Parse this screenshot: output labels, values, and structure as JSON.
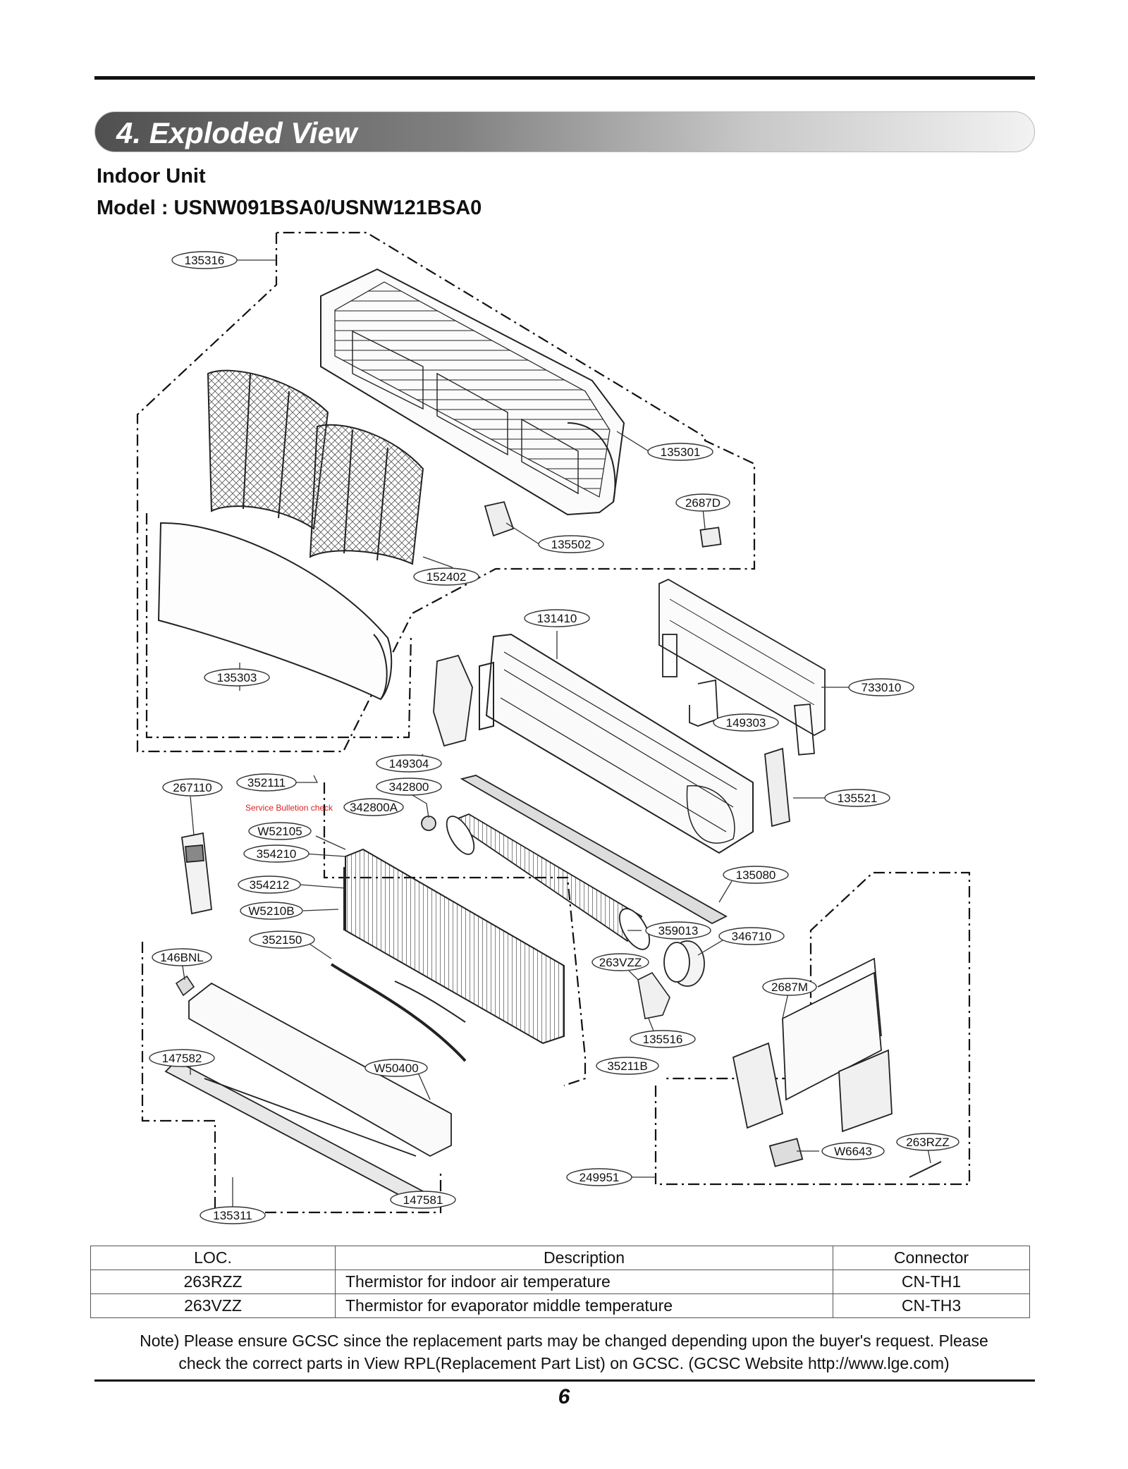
{
  "header": {
    "section_title": "4. Exploded View",
    "unit": "Indoor Unit",
    "model": "Model : USNW091BSA0/USNW121BSA0"
  },
  "diagram": {
    "labels": [
      {
        "text": "135316"
      },
      {
        "text": "135301"
      },
      {
        "text": "2687D"
      },
      {
        "text": "135502"
      },
      {
        "text": "152402"
      },
      {
        "text": "131410"
      },
      {
        "text": "135303"
      },
      {
        "text": "733010"
      },
      {
        "text": "149303"
      },
      {
        "text": "149304"
      },
      {
        "text": "267110"
      },
      {
        "text": "352111"
      },
      {
        "text": "342800"
      },
      {
        "text": "342800A"
      },
      {
        "text": "135521"
      },
      {
        "text": "W52105"
      },
      {
        "text": "354210"
      },
      {
        "text": "135080"
      },
      {
        "text": "354212"
      },
      {
        "text": "W5210B"
      },
      {
        "text": "359013"
      },
      {
        "text": "346710"
      },
      {
        "text": "352150"
      },
      {
        "text": "146BNL"
      },
      {
        "text": "263VZZ"
      },
      {
        "text": "2687M"
      },
      {
        "text": "135516"
      },
      {
        "text": "147582"
      },
      {
        "text": "W50400"
      },
      {
        "text": "35211B"
      },
      {
        "text": "W6643"
      },
      {
        "text": "263RZZ"
      },
      {
        "text": "249951"
      },
      {
        "text": "147581"
      },
      {
        "text": "135311"
      }
    ],
    "service_note": "Service Bulletion check"
  },
  "table": {
    "headers": [
      "LOC.",
      "Description",
      "Connector"
    ],
    "rows": [
      [
        "263RZZ",
        "Thermistor for indoor air temperature",
        "CN-TH1"
      ],
      [
        "263VZZ",
        "Thermistor for evaporator middle temperature",
        "CN-TH3"
      ]
    ]
  },
  "note": {
    "line1": "Note) Please ensure GCSC since the replacement parts may be changed depending upon the buyer's request. Please",
    "line2": "check the correct parts in View RPL(Replacement Part List) on GCSC. (GCSC Website http://www.lge.com)"
  },
  "page_number": "6",
  "colors": {
    "banner_dark": "#505050",
    "service_note": "#dd2222"
  }
}
